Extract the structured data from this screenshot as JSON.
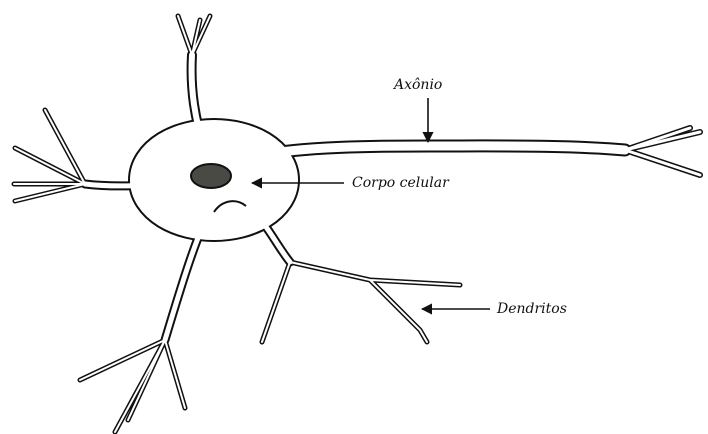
{
  "labels": {
    "axon": "Axônio",
    "soma": "Corpo celular",
    "dendrites": "Dendritos"
  },
  "colors": {
    "outline": "#111111",
    "fill": "#ffffff",
    "nucleus": "#4a4a45"
  }
}
